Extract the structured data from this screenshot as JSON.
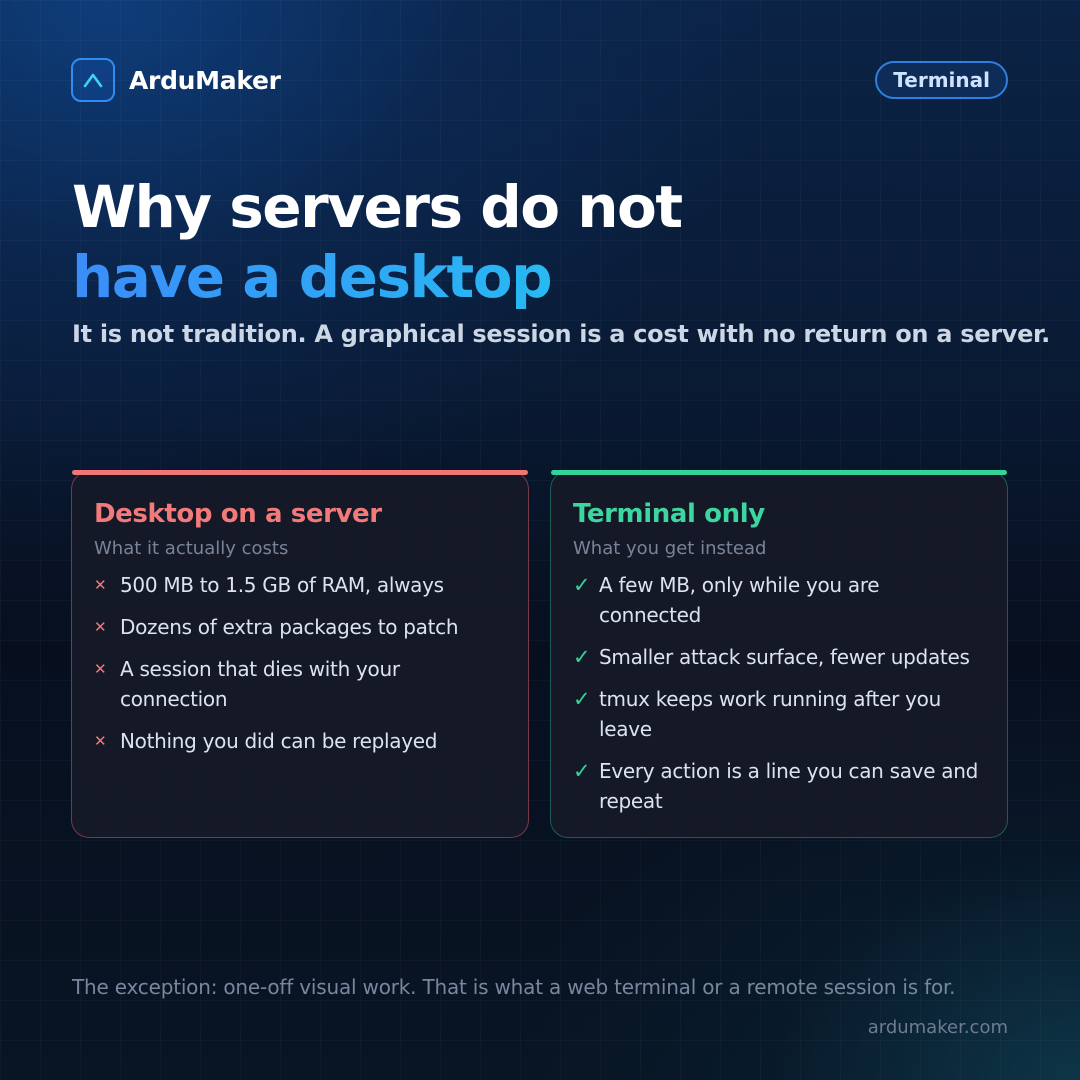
{
  "brand": {
    "name": "ArduMaker",
    "logo_icon": "caret-up-icon",
    "accent_color": "#2f8cf5"
  },
  "tag": {
    "label": "Terminal"
  },
  "headline": {
    "line1": "Why servers do not",
    "line2": "have a desktop"
  },
  "subtitle": "It is not tradition. A graphical session is a cost with no return on a server.",
  "cards": [
    {
      "title": "Desktop on a server",
      "subtitle": "What it actually costs",
      "color": "#f07575",
      "marker_icon": "cross-icon",
      "items": [
        "500 MB to 1.5 GB of RAM, always",
        "Dozens of extra packages to patch",
        "A session that dies with your connection",
        "Nothing you did can be replayed"
      ]
    },
    {
      "title": "Terminal only",
      "subtitle": "What you get instead",
      "color": "#34d399",
      "marker_icon": "check-icon",
      "items": [
        "A few MB, only while you are connected",
        "Smaller attack surface, fewer updates",
        "tmux keeps work running after you leave",
        "Every action is a line you can save and repeat"
      ]
    }
  ],
  "footnote": "The exception: one-off visual work. That is what a web terminal or a remote session is for.",
  "site": "ardumaker.com"
}
